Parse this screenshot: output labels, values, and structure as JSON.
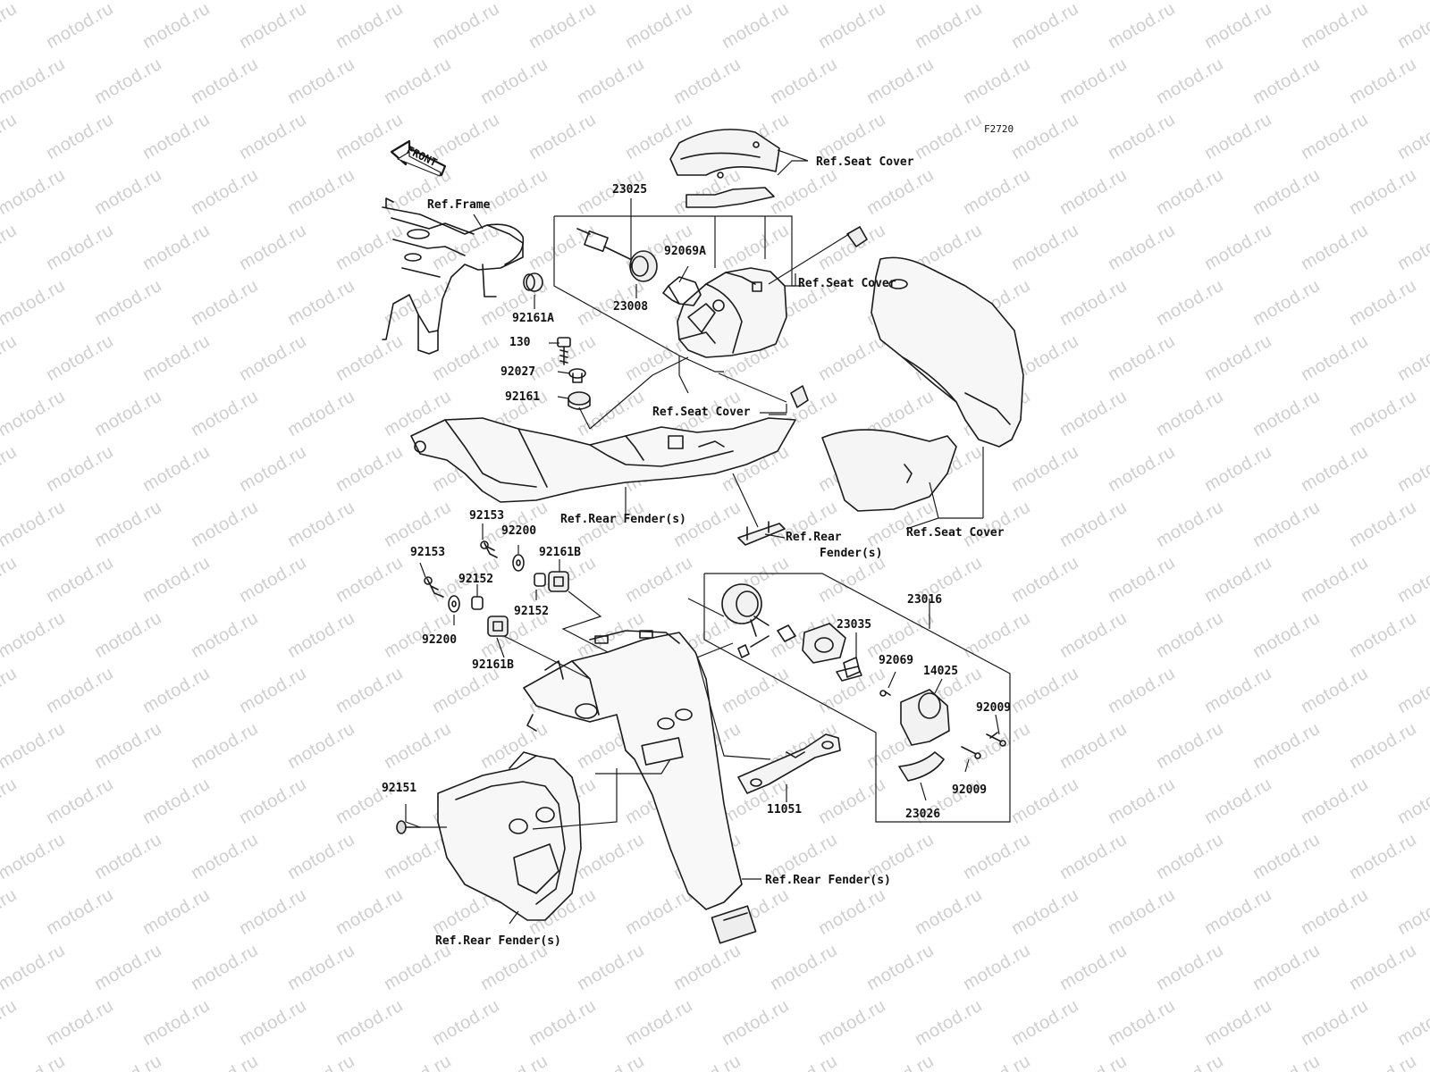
{
  "watermark": "motod.ru",
  "figure_code": "F2720",
  "front_label": "FRONT",
  "labels": {
    "ref_frame": "Ref.Frame",
    "ref_seat_cover_1": "Ref.Seat Cover",
    "ref_seat_cover_2": "Ref.Seat Cover",
    "ref_seat_cover_3": "Ref.Seat Cover",
    "ref_seat_cover_4": "Ref.Seat Cover",
    "ref_rear_fender_1": "Ref.Rear Fender(s)",
    "ref_rear_fender_2a": "Ref.Rear",
    "ref_rear_fender_2b": "Fender(s)",
    "ref_rear_fender_3": "Ref.Rear Fender(s)",
    "ref_rear_fender_4": "Ref.Rear Fender(s)"
  },
  "parts": {
    "p23025": "23025",
    "p92069A": "92069A",
    "p23008": "23008",
    "p92161A": "92161A",
    "p130": "130",
    "p92027": "92027",
    "p92161": "92161",
    "p92153a": "92153",
    "p92200a": "92200",
    "p92161Ba": "92161B",
    "p92153b": "92153",
    "p92152a": "92152",
    "p92152b": "92152",
    "p92200b": "92200",
    "p92161Bb": "92161B",
    "p23016": "23016",
    "p23035": "23035",
    "p92069": "92069",
    "p14025": "14025",
    "p92009a": "92009",
    "p92009b": "92009",
    "p23026": "23026",
    "p11051": "11051",
    "p92151": "92151"
  },
  "colors": {
    "line": "#1a1a1a",
    "shade": "#cccccc",
    "watermark": "#cfcfcf"
  }
}
